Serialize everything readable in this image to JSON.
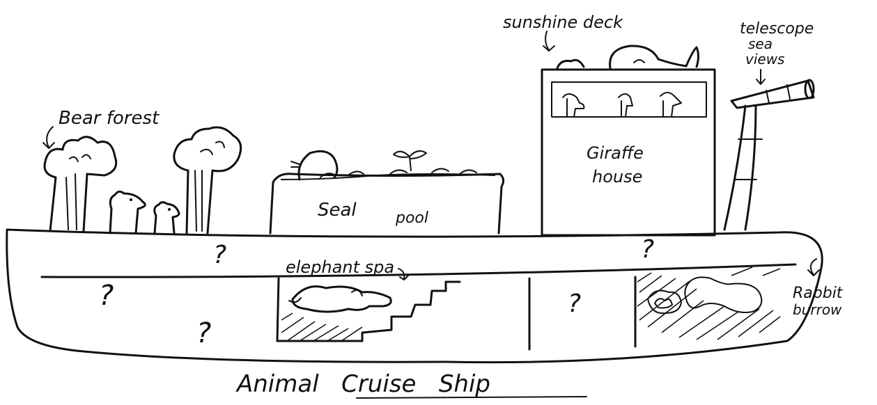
{
  "title": "Animal   Cruise   Ship",
  "labels": {
    "bear_forest": "Bear forest",
    "seal_pool_1": "Seal",
    "seal_pool_2": "pool",
    "sunshine_deck": "sunshine deck",
    "giraffe_house_1": "Giraffe",
    "giraffe_house_2": "house",
    "telescope_1": "telescope",
    "telescope_2": "sea",
    "telescope_3": "views",
    "elephant_spa": "elephant spa",
    "rabbit_burrow_1": "Rabbit",
    "rabbit_burrow_2": "burrow"
  },
  "question_mark": "?",
  "icons": {
    "ink_color": "#111111",
    "paper_color": "#ffffff"
  }
}
